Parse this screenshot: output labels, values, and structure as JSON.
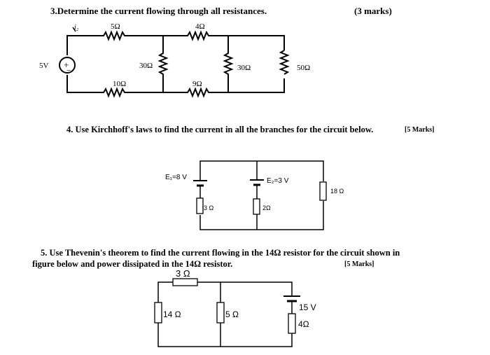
{
  "q3": {
    "text": "3.Determine the current flowing through all resistances.",
    "marks": "(3 marks)",
    "current_label": "i₂",
    "source": "5V",
    "r_top1": "5Ω",
    "r_top2": "4Ω",
    "r_bot1": "10Ω",
    "r_bot2": "9Ω",
    "r_v1": "30Ω",
    "r_v2": "30Ω",
    "r_v3": "50Ω"
  },
  "q4": {
    "text": "4. Use Kirchhoff's laws to find the current in all the branches for the circuit below.",
    "marks": "[5 Marks]",
    "e1": "E₁=8 V",
    "e2": "E₂=3 V",
    "r1": "3 Ω",
    "r2": "2Ω",
    "r3": "18 Ω"
  },
  "q5": {
    "text_line1": "5. Use Thevenin's theorem to find the current flowing in the 14Ω resistor for the circuit shown in",
    "text_line2": "figure below and power dissipated in the 14Ω resistor.",
    "marks": "[5 Marks]",
    "r_top": "3 Ω",
    "r1": "14 Ω",
    "r2": "5 Ω",
    "source": "15 V",
    "r3": "4Ω"
  }
}
